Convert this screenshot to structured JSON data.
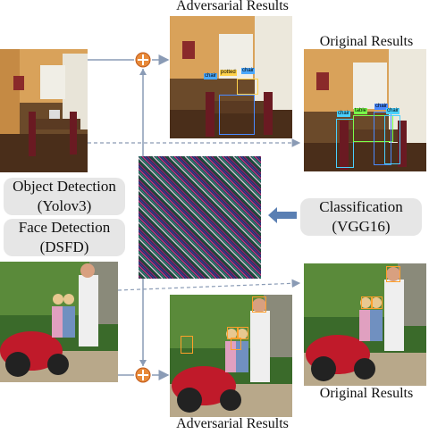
{
  "labels": {
    "adversarial_top": "Adversarial Results",
    "original_top": "Original Results",
    "original_bottom": "Original Results",
    "adversarial_bottom": "Adversarial Results"
  },
  "boxes": {
    "object_detection": {
      "line1": "Object Detection",
      "line2": "(Yolov3)"
    },
    "face_detection": {
      "line1": "Face Detection",
      "line2": "(DSFD)"
    },
    "classification": {
      "line1": "Classification",
      "line2": "(VGG16)"
    }
  },
  "detections": {
    "adversarial_top": [
      "potted",
      "chair",
      "chair"
    ],
    "original_top": [
      "chair",
      "table",
      "chair",
      "chair"
    ]
  },
  "colors": {
    "box_bg": "#e6e6e6",
    "arrow": "#8a9bb5",
    "classification_arrow": "#5a7fb3",
    "plus_node": "#e88a3a",
    "noise": [
      "#c03a8a",
      "#2c8a7a",
      "#3a3a9a",
      "#1a5a3a",
      "#8a2a6a",
      "#d0d0d0"
    ]
  },
  "icons": {
    "plus": "circled-plus-icon",
    "arrow": "blue-block-arrow-icon"
  }
}
